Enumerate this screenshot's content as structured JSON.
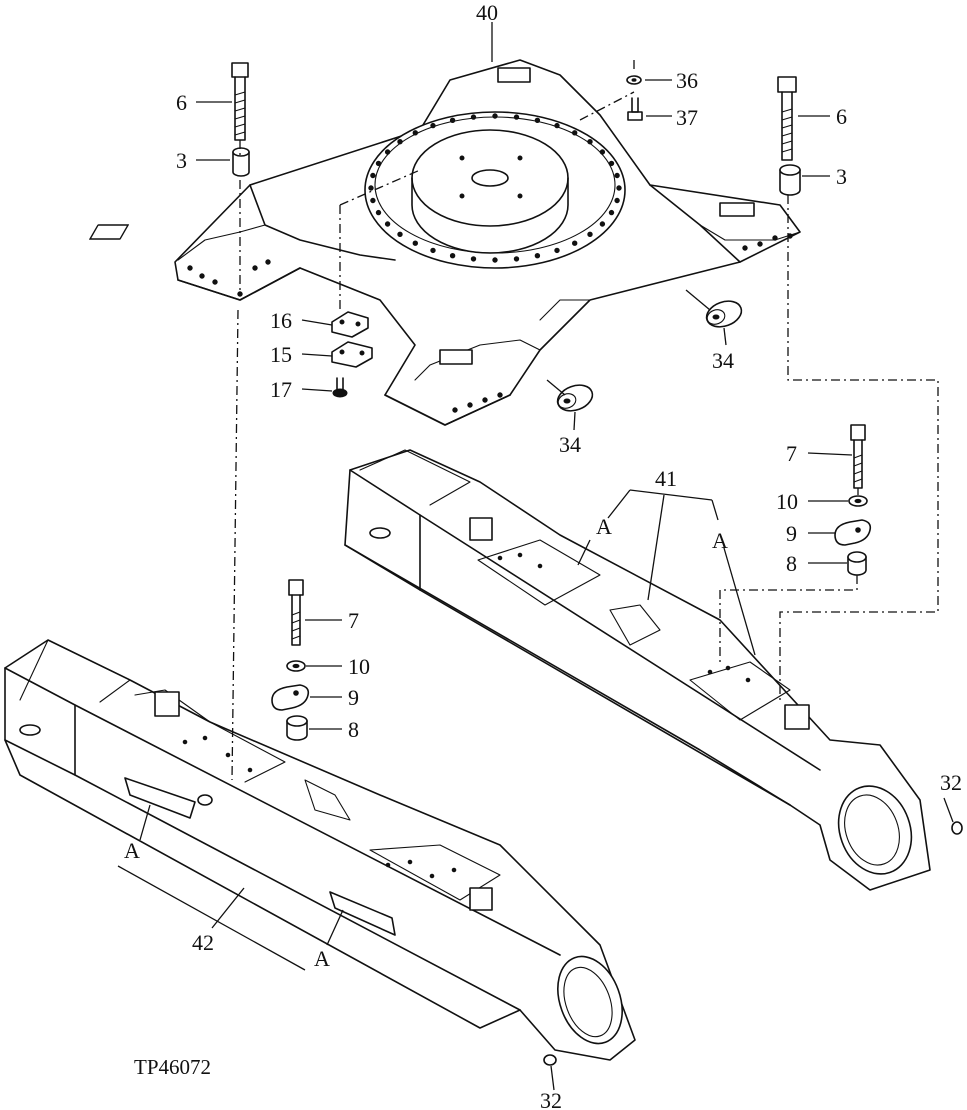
{
  "figure_ref": "TP46072",
  "callouts": {
    "c40": "40",
    "c36": "36",
    "c37": "37",
    "c6_left": "6",
    "c3_left": "3",
    "c6_right": "6",
    "c3_right": "3",
    "c16": "16",
    "c15": "15",
    "c17": "17",
    "c34_left": "34",
    "c34_right": "34",
    "c41": "41",
    "cA_41_left": "A",
    "cA_41_right": "A",
    "c7_right": "7",
    "c10_right": "10",
    "c9_right": "9",
    "c8_right": "8",
    "c7_left": "7",
    "c10_left": "10",
    "c9_left": "9",
    "c8_left": "8",
    "cA_42_top": "A",
    "c42": "42",
    "cA_42_bottom": "A",
    "c32_right": "32",
    "c32_bottom": "32"
  }
}
